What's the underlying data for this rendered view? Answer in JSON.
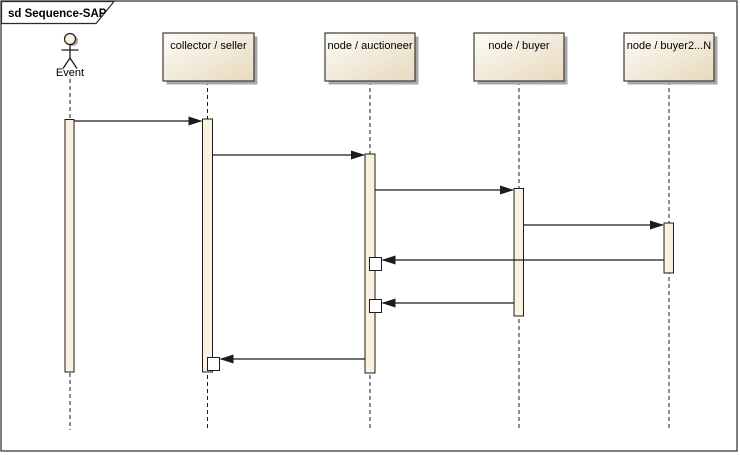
{
  "frame": {
    "title": "sd Sequence-SAP"
  },
  "actor": {
    "label": "Event"
  },
  "lifelines": [
    {
      "label": "collector / seller"
    },
    {
      "label": "node / auctioneer"
    },
    {
      "label": "node / buyer"
    },
    {
      "label": "node / buyer2...N"
    }
  ],
  "colors": {
    "background": "#ffffff",
    "frame_border": "#2b2b2b",
    "box_border": "#3c3a33",
    "box_fill_light": "#fdfcf8",
    "box_fill_dark": "#e7d9bc",
    "box_shadow": "#a8a8a8",
    "activation_fill": "#fbf1e1",
    "line": "#1c1c1c",
    "text": "#000000"
  }
}
